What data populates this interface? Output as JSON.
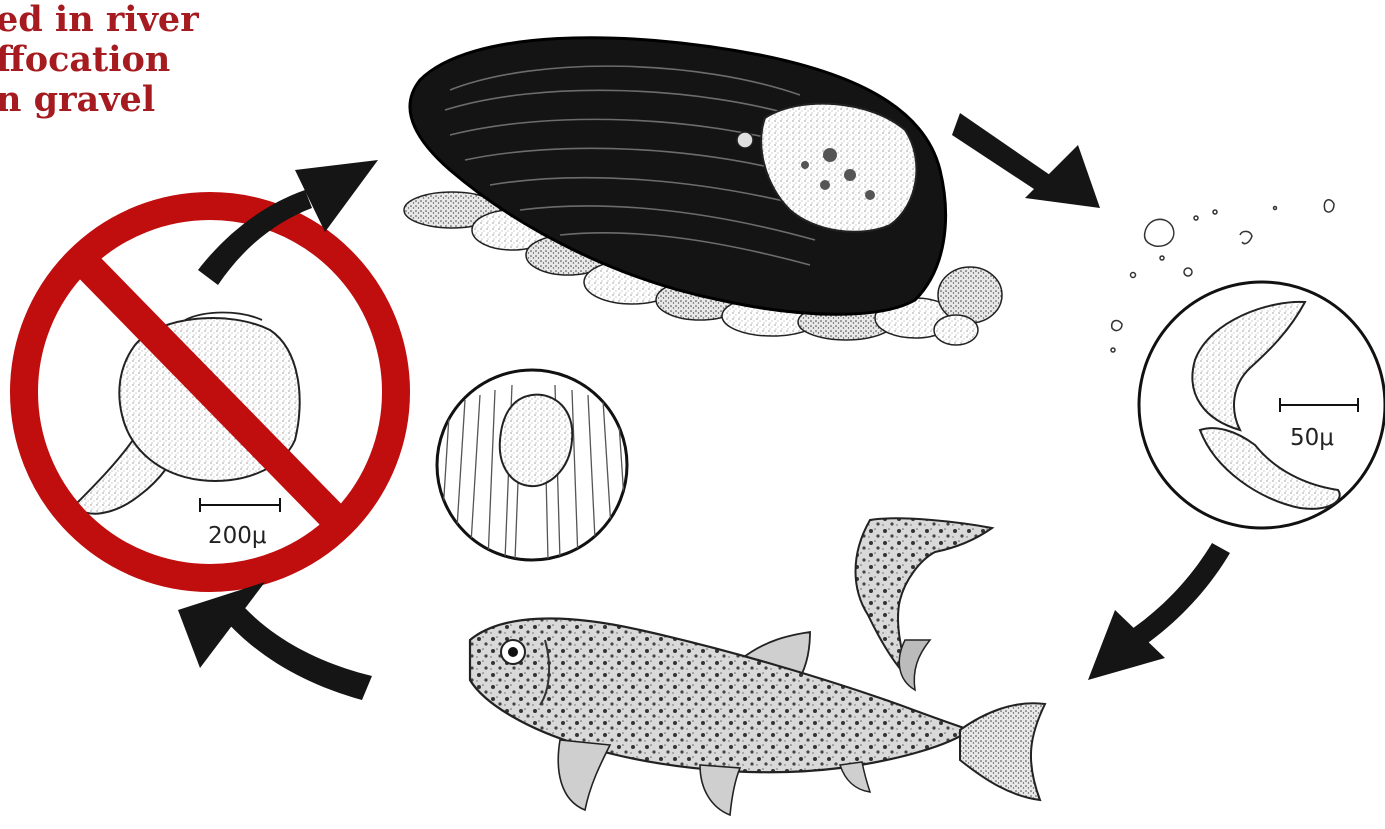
{
  "caption": {
    "line1": "ed in river",
    "line2": "ffocation",
    "line3": "n gravel"
  },
  "scale_bars": {
    "larva": "200μ",
    "glochidium": "50μ"
  },
  "colors": {
    "prohibition_red": "#c00d0d",
    "caption_red": "#a51b1f",
    "ink": "#151515"
  },
  "icons": {
    "prohibition": "prohibition-sign-icon",
    "arrow": "curved-arrow-icon"
  }
}
